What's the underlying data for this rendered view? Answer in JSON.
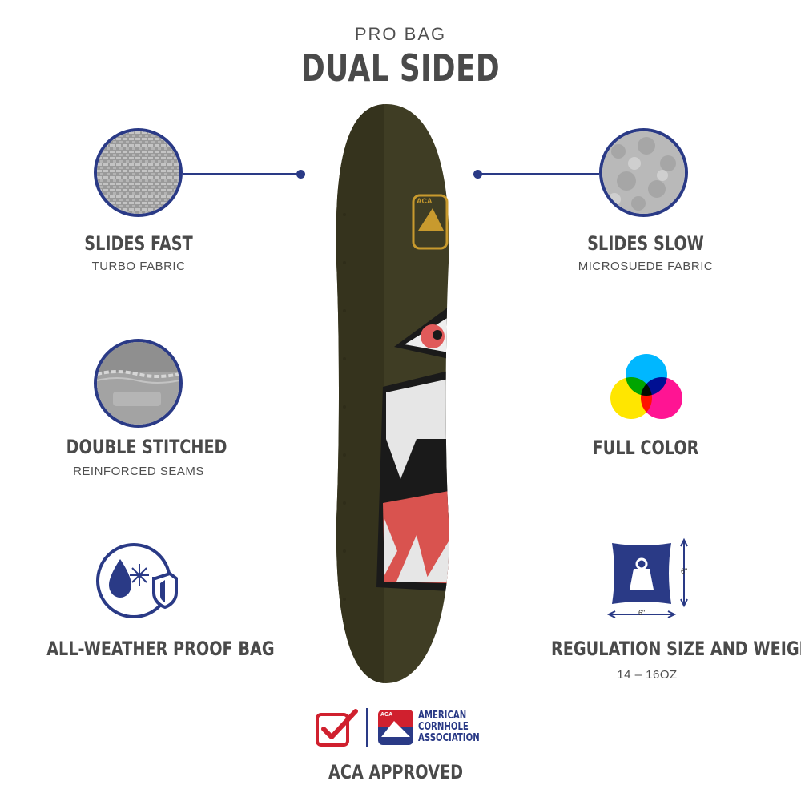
{
  "header": {
    "subtitle": "PRO BAG",
    "title": "DUAL SIDED"
  },
  "features": {
    "slides_fast": {
      "title": "SLIDES FAST",
      "sub": "TURBO FABRIC"
    },
    "slides_slow": {
      "title": "SLIDES SLOW",
      "sub": "MICROSUEDE FABRIC"
    },
    "double_stitched": {
      "title": "DOUBLE STITCHED",
      "sub": "REINFORCED SEAMS"
    },
    "full_color": {
      "title": "FULL COLOR"
    },
    "weather": {
      "title": "ALL-WEATHER PROOF BAG"
    },
    "regulation": {
      "title": "REGULATION SIZE AND WEIGHT",
      "sub": "14 – 16OZ",
      "dim_h": "6\"",
      "dim_w": "6\""
    }
  },
  "bag": {
    "badge": "ACA"
  },
  "footer": {
    "aca_line1": "AMERICAN",
    "aca_line2": "CORNHOLE",
    "aca_line3": "ASSOCIATION",
    "aca_mini": "ACA",
    "approved": "ACA APPROVED"
  },
  "colors": {
    "navy": "#2a3a86",
    "olive": "#3f3d24",
    "red": "#d9534f",
    "text": "#4a4a4a"
  },
  "icons": [
    "fabric-weave-icon",
    "microsuede-icon",
    "stitch-icon",
    "color-circles-icon",
    "weather-shield-icon",
    "weight-icon",
    "checkbox-icon"
  ]
}
